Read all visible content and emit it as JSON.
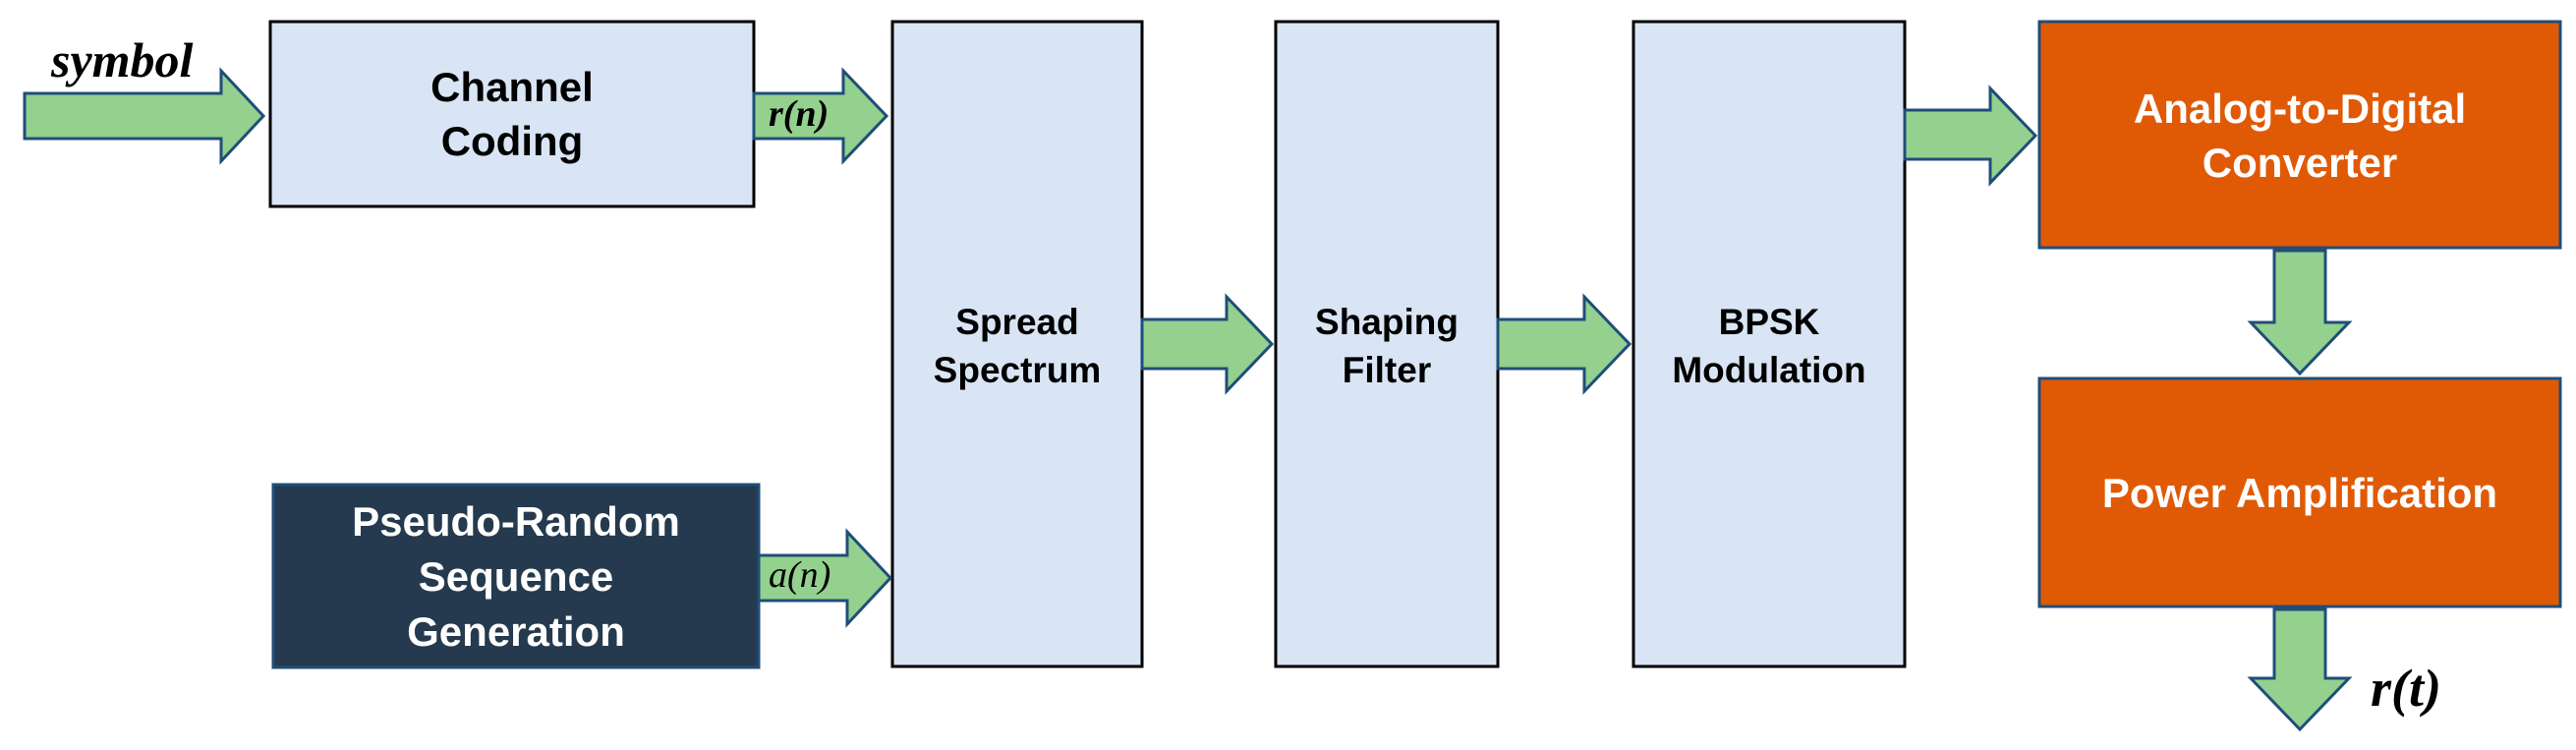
{
  "diagram": {
    "blocks": {
      "channel_coding": {
        "lines": [
          "Channel",
          "Coding"
        ]
      },
      "prs_generation": {
        "lines": [
          "Pseudo-Random",
          "Sequence",
          "Generation"
        ]
      },
      "spread_spectrum": {
        "lines": [
          "Spread",
          "Spectrum"
        ]
      },
      "shaping_filter": {
        "lines": [
          "Shaping",
          "Filter"
        ]
      },
      "bpsk_modulation": {
        "lines": [
          "BPSK",
          "Modulation"
        ]
      },
      "adc": {
        "lines": [
          "Analog-to-Digital",
          "Converter"
        ]
      },
      "power_amp": {
        "lines": [
          "Power Amplification"
        ]
      }
    },
    "signals": {
      "input": "symbol",
      "coded": "r(n)",
      "prs": "a(n)",
      "output": "r(t)"
    },
    "colors": {
      "light_block_fill": "#d9e5f4",
      "dark_block_fill": "#253a4e",
      "orange_block_fill": "#e05a06",
      "arrow_fill": "#94d08e",
      "arrow_stroke": "#1f4e79",
      "block_border": "#000000"
    }
  }
}
